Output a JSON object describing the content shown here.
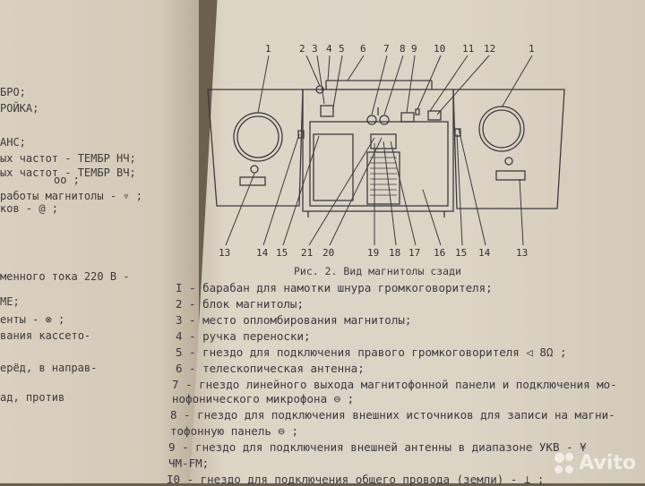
{
  "left_page": {
    "lines": [
      "БРО;",
      "РОЙКА;",
      "АНС;",
      "ых частот - ТЕМБР НЧ;",
      "ых частот - ТЕМБР ВЧ;",
      "oo ;",
      " работы магнитолы - ▿ ;",
      "ков - @ ;",
      "менного тока 220 В -",
      "МЕ;",
      "енты - ⊗ ;",
      "вания кассето-",
      "ерёд, в направ-",
      "ад, против"
    ]
  },
  "diagram": {
    "top_numbers": [
      "1",
      "2",
      "3",
      "4",
      "5",
      "6",
      "7",
      "8",
      "9",
      "10",
      "11",
      "12",
      "1"
    ],
    "bottom_numbers": [
      "13",
      "14",
      "15",
      "21",
      "20",
      "19",
      "18",
      "17",
      "16",
      "15",
      "14",
      "13"
    ]
  },
  "caption": "Рис. 2. Вид магнитолы сзади",
  "legend": [
    "I - барабан для намотки шнура громкоговорителя;",
    "2 - блок магнитолы;",
    "3 - место опломбирования магнитолы;",
    "4 - ручка переноски;",
    "5 - гнездо для подключения правого громкоговорителя  ◁ 8Ω ;",
    "6 - телескопическая антенна;",
    "7 - гнездо линейного выхода магнитофонной панели и подключения мо-",
    "     нофонического микрофона ⊖ ;",
    "8 - гнездо для подключения внешних источников для записи на магни-",
    "     тофонную панель ⊖ ;",
    "9 - гнездо для подключения внешней антенны в диапазоне УКВ - ¥",
    "     ЧМ-FM;",
    "I0 - гнездо для подключения общего провода (земли) - ⊥ ;"
  ],
  "watermark": {
    "text": "Avito"
  }
}
